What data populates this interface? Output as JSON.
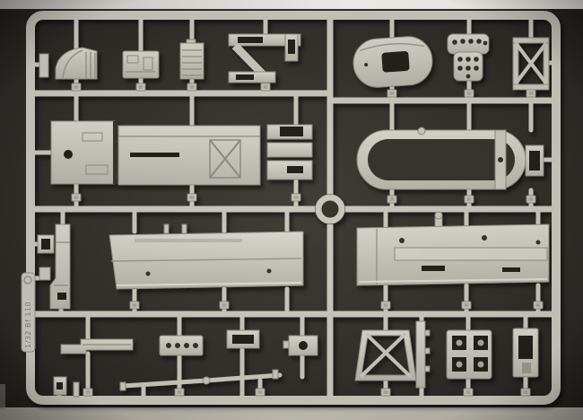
{
  "sprue": {
    "marking": "1/32 Bf 110",
    "colors": {
      "plastic": "#c9c6bc",
      "plastic_light": "#dedbd2",
      "plastic_edge": "#8e8b81",
      "plastic_shadow": "#9a978d",
      "background": "#37342f",
      "background_dark": "#23211e",
      "table_strip": "#b7b3aa",
      "top_strip": "#eceae6"
    },
    "parts": [
      "cockpit-fairing",
      "bulkhead-panel",
      "radiator-stack",
      "internal-frame",
      "engine-cowling",
      "instrument-panel",
      "ladder-frame",
      "fuselage-deck-assembly",
      "canopy-frame",
      "ring-fitting",
      "small-bracket",
      "fuselage-spine",
      "wing-panel-left",
      "wing-panel-right",
      "stepped-bar",
      "drilled-block",
      "small-hatch",
      "circle-fitting",
      "control-rod",
      "boarding-ladder",
      "side-strip",
      "radio-boxes",
      "hatch-door",
      "tiny-bracket",
      "tiny-rod"
    ]
  }
}
